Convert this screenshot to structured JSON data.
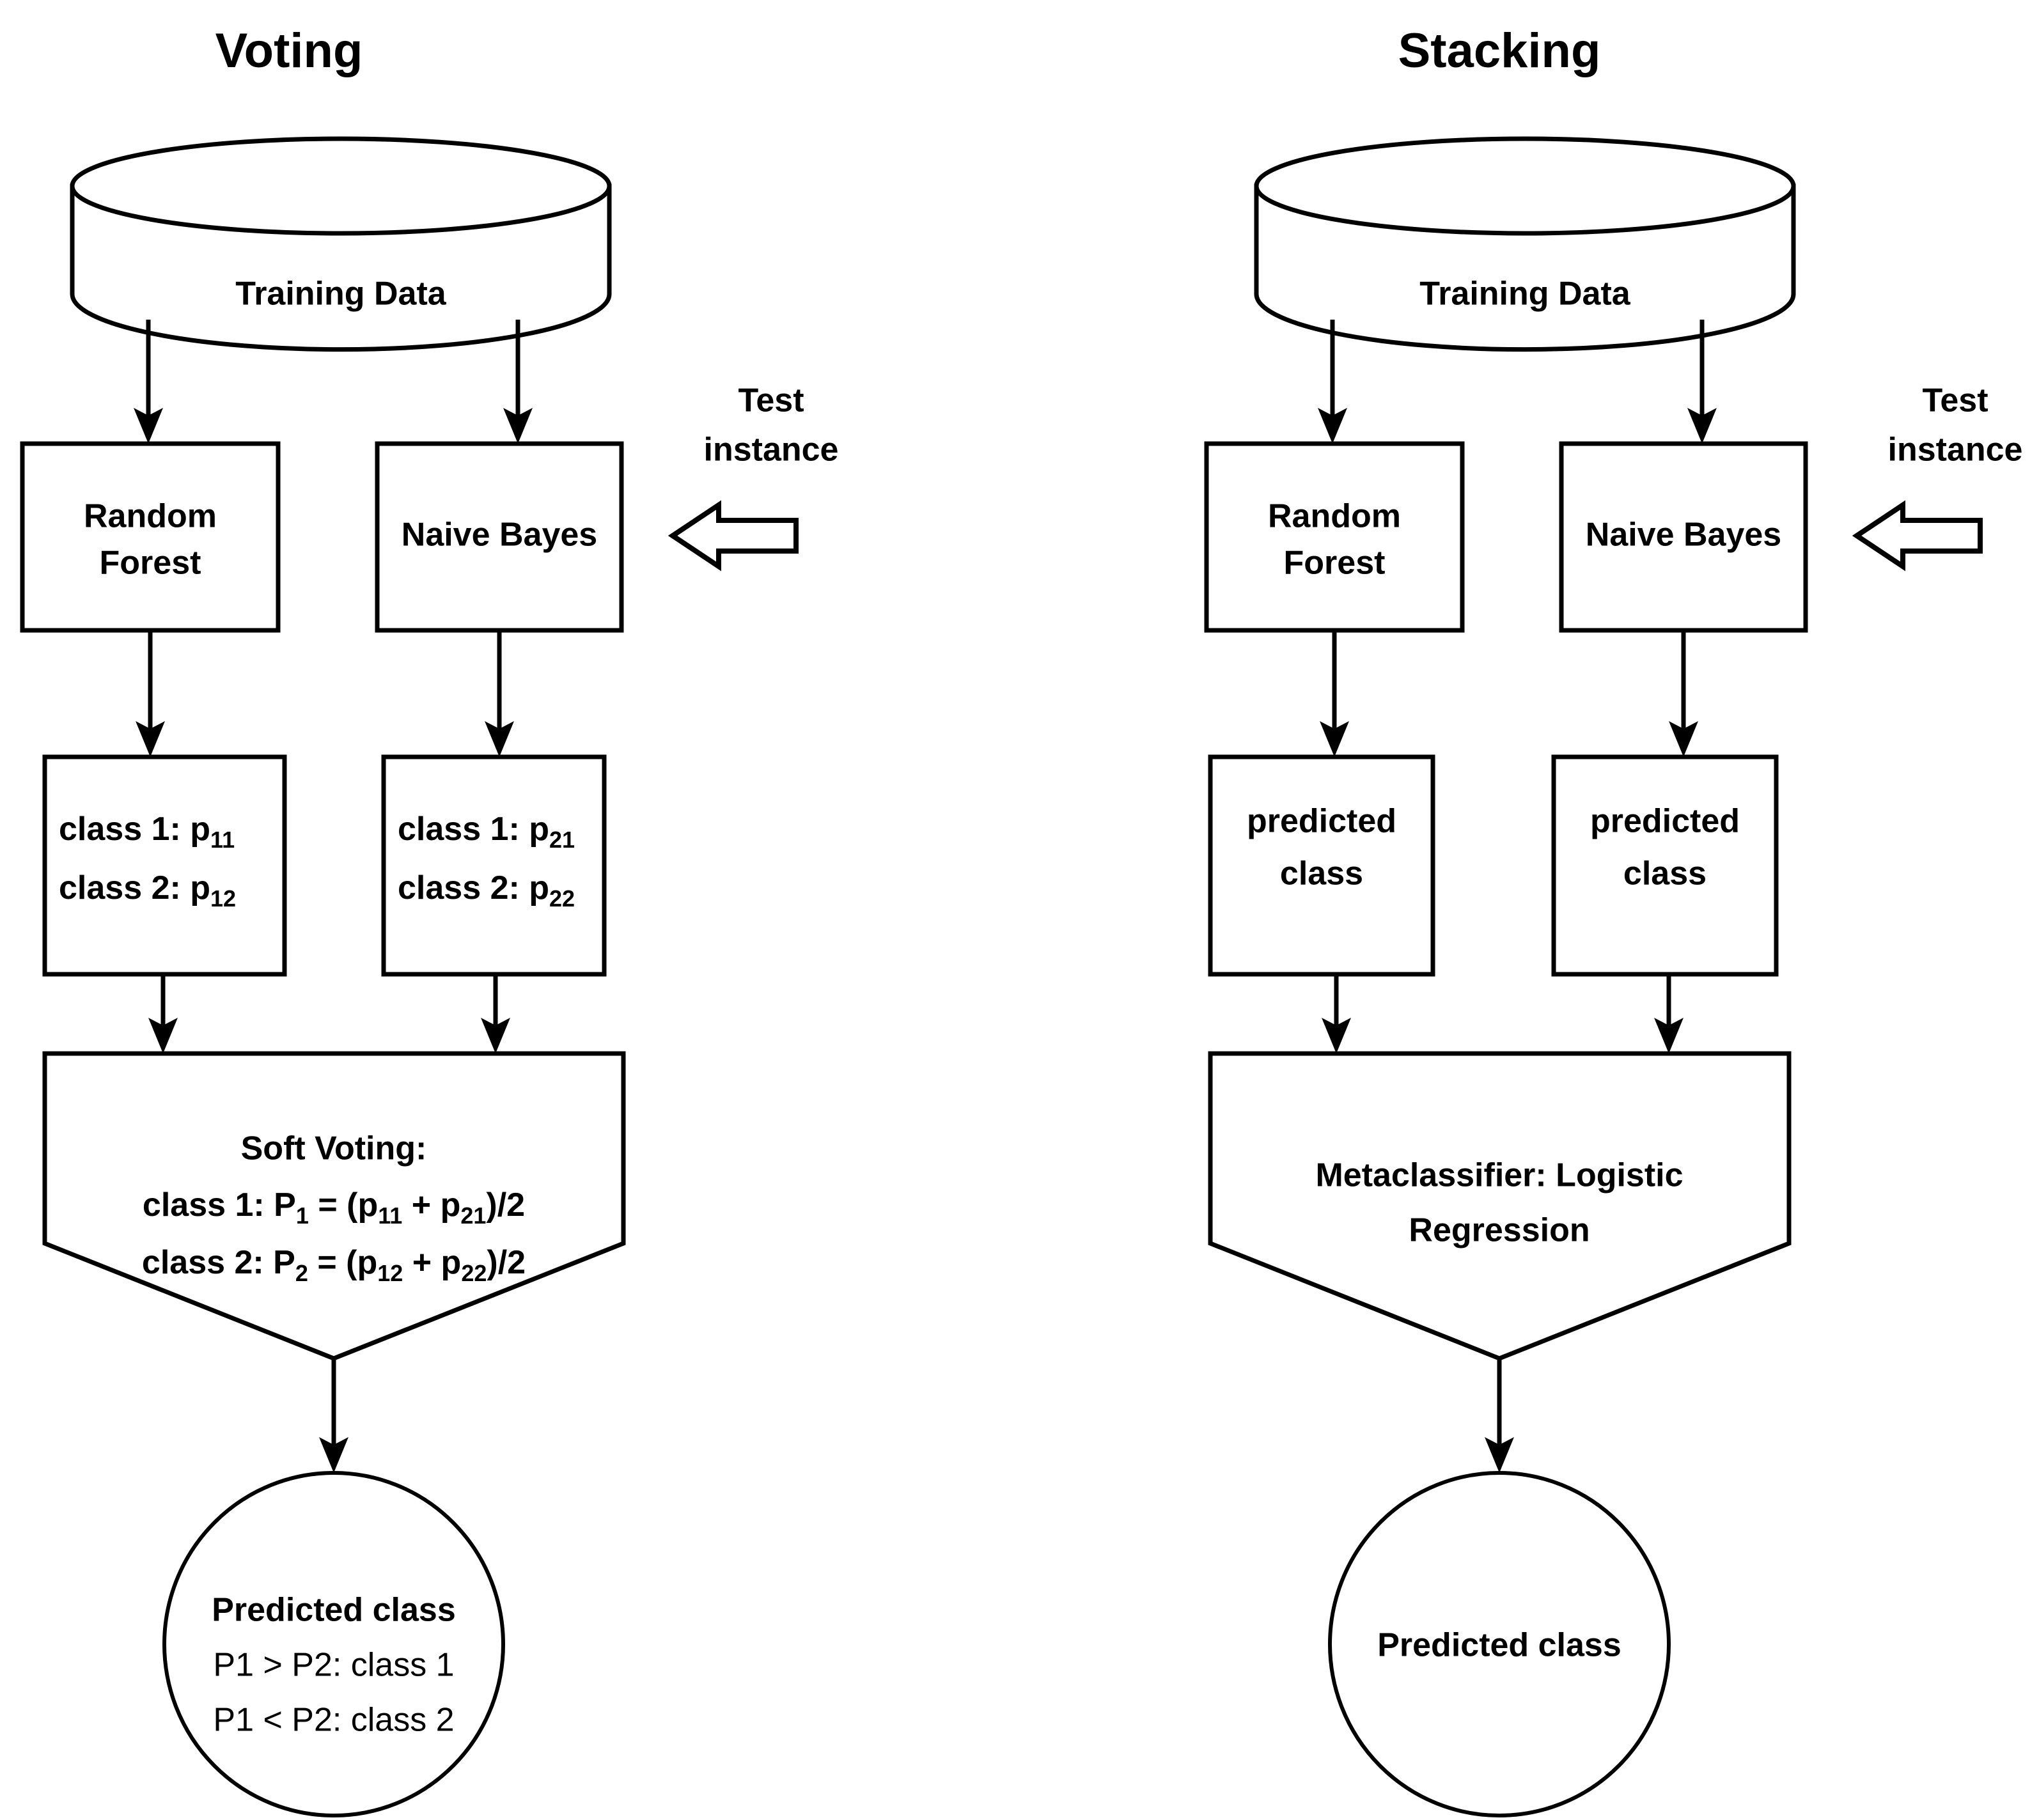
{
  "panels": [
    {
      "id": "voting",
      "title": "Voting",
      "source": {
        "label": "Training Data",
        "shape": "cylinder"
      },
      "base_learners": [
        {
          "label_line1": "Random",
          "label_line2": "Forest"
        },
        {
          "label_line1": "Naive Bayes",
          "label_line2": ""
        }
      ],
      "outputs": [
        {
          "lines": [
            {
              "prefix": "class 1: p",
              "subscript": "11"
            },
            {
              "prefix": "class 2: p",
              "subscript": "12"
            }
          ]
        },
        {
          "lines": [
            {
              "prefix": "class 1: p",
              "subscript": "21"
            },
            {
              "prefix": "class 2: p",
              "subscript": "22"
            }
          ]
        }
      ],
      "combiner": {
        "shape": "pentagon",
        "title": "Soft Voting:",
        "formulas": [
          {
            "lead": "class 1: P",
            "lead_sub": "1",
            "mid": " = (p",
            "a_sub": "11",
            "plus": " + p",
            "b_sub": "21",
            "tail": ")/2"
          },
          {
            "lead": "class 2: P",
            "lead_sub": "2",
            "mid": " = (p",
            "a_sub": "12",
            "plus": " + p",
            "b_sub": "22",
            "tail": ")/2"
          }
        ]
      },
      "result": {
        "shape": "ellipse",
        "title": "Predicted class",
        "rules": [
          "P1 > P2: class 1",
          "P1 < P2: class 2"
        ]
      },
      "test_instance": {
        "line1": "Test",
        "line2": "instance",
        "arrow": "left-block-arrow"
      }
    },
    {
      "id": "stacking",
      "title": "Stacking",
      "source": {
        "label": "Training Data",
        "shape": "cylinder"
      },
      "base_learners": [
        {
          "label_line1": "Random",
          "label_line2": "Forest"
        },
        {
          "label_line1": "Naive Bayes",
          "label_line2": ""
        }
      ],
      "outputs": [
        {
          "line1": "predicted",
          "line2": "class"
        },
        {
          "line1": "predicted",
          "line2": "class"
        }
      ],
      "combiner": {
        "shape": "pentagon",
        "line1": "Metaclassifier: Logistic",
        "line2": "Regression"
      },
      "result": {
        "shape": "ellipse",
        "title": "Predicted class",
        "rules": []
      },
      "test_instance": {
        "line1": "Test",
        "line2": "instance",
        "arrow": "left-block-arrow"
      }
    }
  ],
  "style": {
    "stroke_color": "#000000",
    "fill_color": "#ffffff",
    "background": "#ffffff"
  }
}
